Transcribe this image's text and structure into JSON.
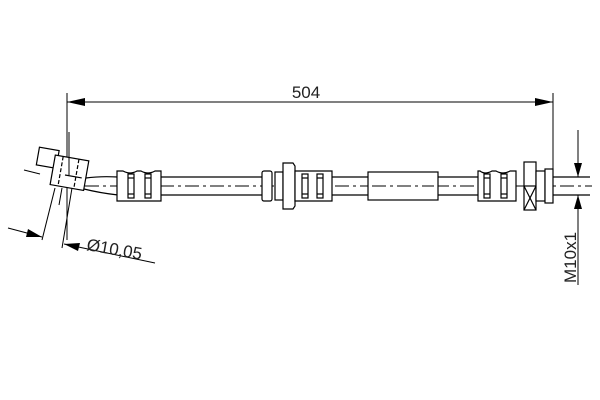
{
  "diagram": {
    "type": "technical-drawing",
    "subject": "brake hose",
    "colors": {
      "line": "#000000",
      "text": "#222222",
      "background": "#ffffff"
    },
    "dimensions": {
      "overall_length": "504",
      "hose_diameter": "Ø10,05",
      "thread": "M10x1"
    }
  }
}
